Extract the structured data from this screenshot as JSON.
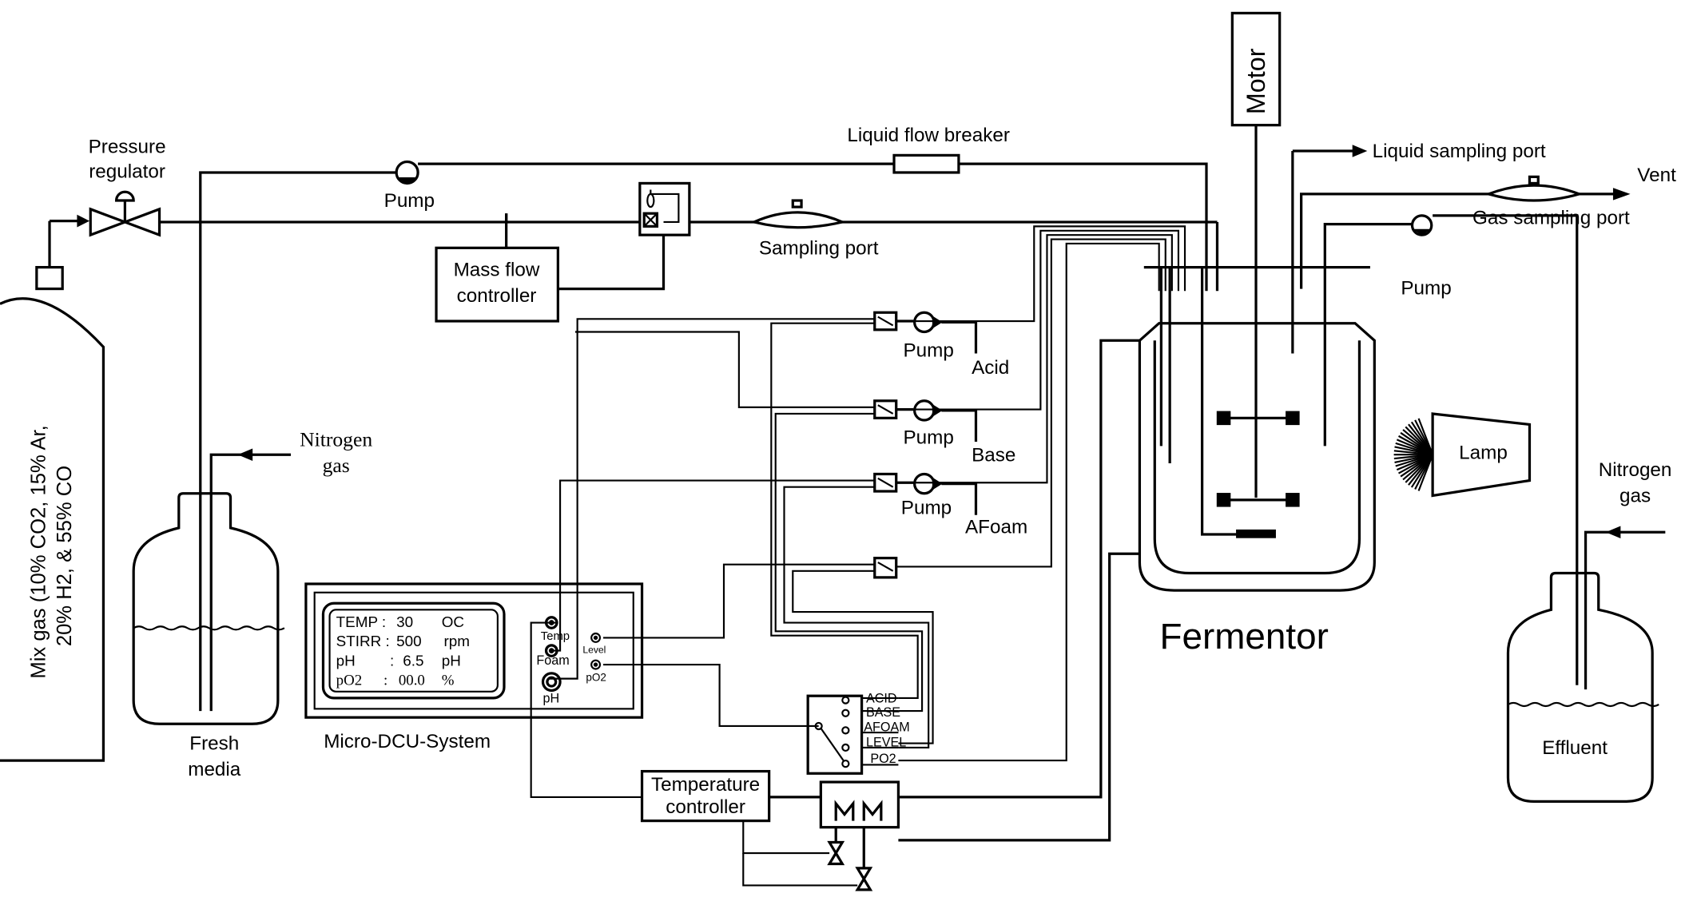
{
  "labels": {
    "pressure_regulator_1": "Pressure",
    "pressure_regulator_2": "regulator",
    "pump_top": "Pump",
    "liquid_flow_breaker": "Liquid flow breaker",
    "mass_flow_controller_1": "Mass flow",
    "mass_flow_controller_2": "controller",
    "sampling_port": "Sampling port",
    "motor": "Motor",
    "liquid_sampling_port": "Liquid sampling port",
    "vent": "Vent",
    "gas_sampling_port": "Gas sampling port",
    "pump_right": "Pump",
    "mix_gas_1": "Mix gas (10% CO2, 15% Ar,",
    "mix_gas_2": "20% H2, & 55% CO",
    "nitrogen_left_1": "Nitrogen",
    "nitrogen_left_2": "gas",
    "fresh_media_1": "Fresh",
    "fresh_media_2": "media",
    "pump_acid": "Pump",
    "acid": "Acid",
    "pump_base": "Pump",
    "base": "Base",
    "pump_afoam": "Pump",
    "afoam": "AFoam",
    "lamp": "Lamp",
    "nitrogen_right_1": "Nitrogen",
    "nitrogen_right_2": "gas",
    "fermentor": "Fermentor",
    "effluent": "Effluent",
    "micro_dcu": "Micro-DCU-System",
    "temperature_controller_1": "Temperature",
    "temperature_controller_2": "controller"
  },
  "display": {
    "temp_label": "TEMP :",
    "temp_value": "30",
    "temp_unit": "OC",
    "stirr_label": "STIRR :",
    "stirr_value": "500",
    "stirr_unit": "rpm",
    "ph_label": "pH",
    "ph_colon": ":",
    "ph_value": "6.5",
    "ph_unit": "pH",
    "po2_label": "pO2",
    "po2_colon": ":",
    "po2_value": "00.0",
    "po2_unit": "%"
  },
  "ports": {
    "temp": "Temp",
    "foam": "Foam",
    "ph": "pH",
    "level": "Level",
    "po2": "pO2"
  },
  "switch_labels": [
    "ACID",
    "BASE",
    "AFOAM",
    "LEVEL",
    "PO2"
  ]
}
